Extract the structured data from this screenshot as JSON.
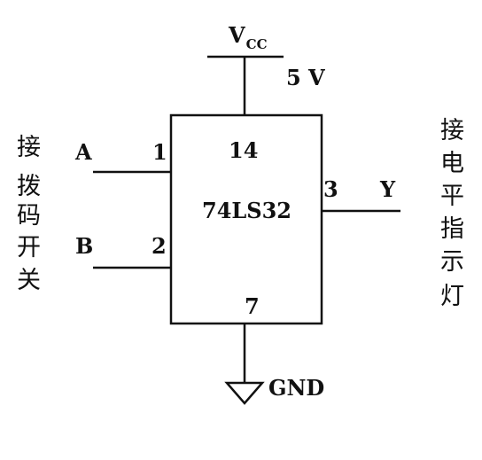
{
  "chip": {
    "name": "74LS32"
  },
  "power": {
    "main": "V",
    "sub": "CC",
    "voltage": "5 V"
  },
  "ground": {
    "label": "GND"
  },
  "pins": {
    "a_label": "A",
    "a_num": "1",
    "b_label": "B",
    "b_num": "2",
    "y_label": "Y",
    "y_num": "3",
    "vcc_num": "14",
    "gnd_num": "7"
  },
  "left_note": [
    "接",
    "拨",
    "码",
    "开",
    "关"
  ],
  "right_note": [
    "接",
    "电",
    "平",
    "指",
    "示",
    "灯"
  ]
}
